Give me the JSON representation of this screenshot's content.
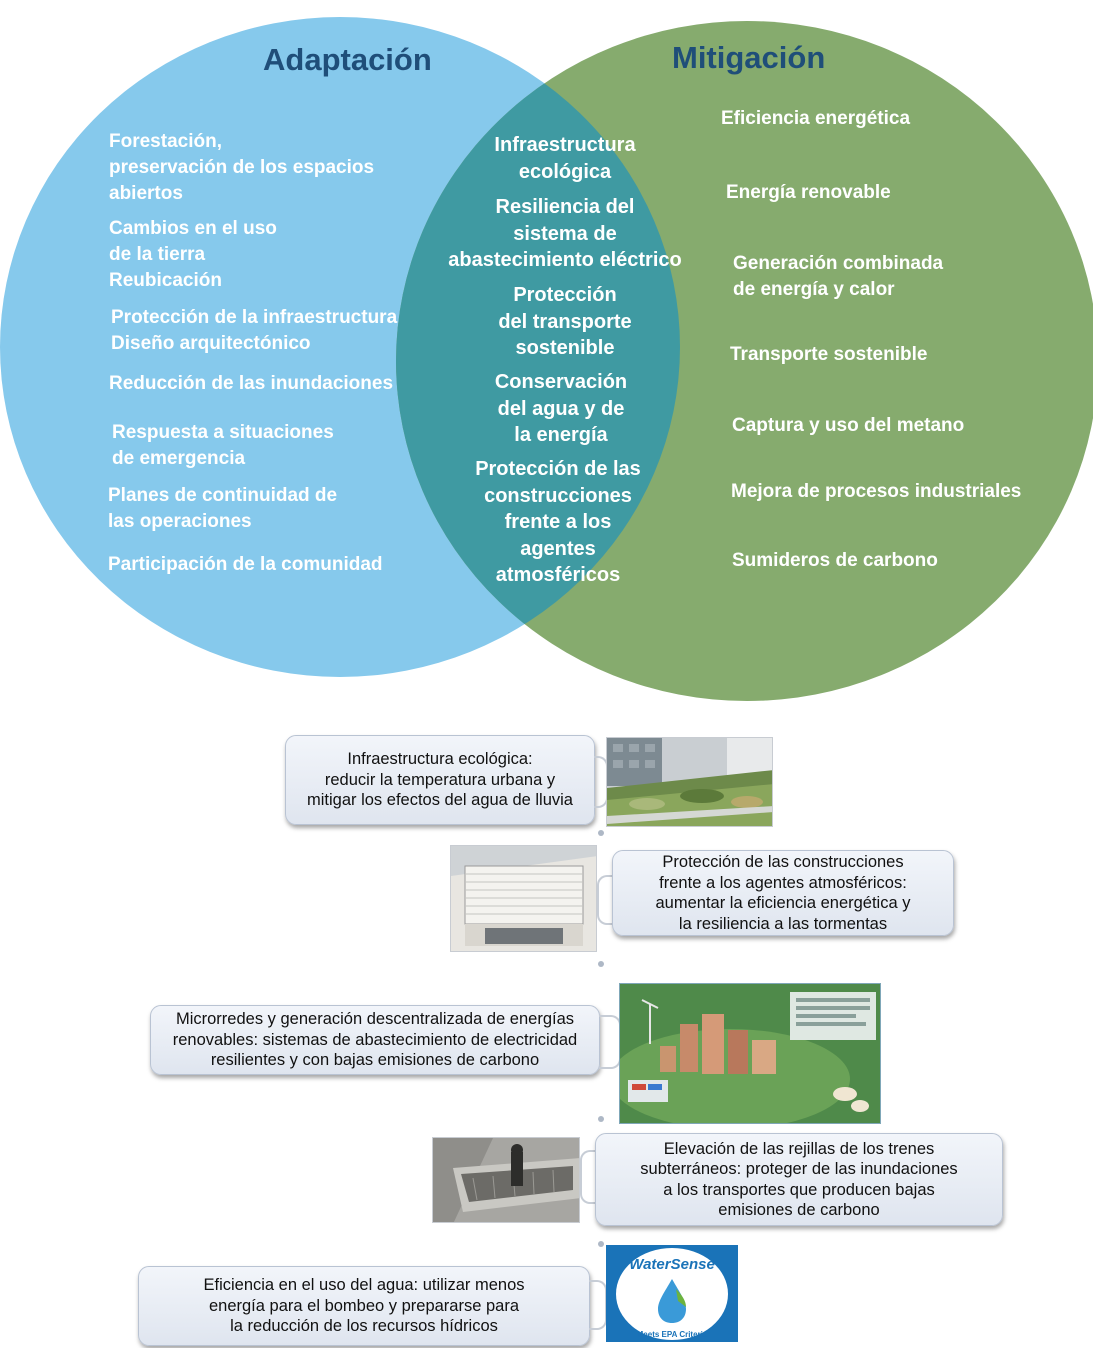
{
  "venn": {
    "left": {
      "title": "Adaptación",
      "color": "#86c9ec",
      "items": [
        [
          "Forestación,",
          "preservación de los espacios",
          "abiertos"
        ],
        [
          "Cambios en el uso",
          "de la tierra",
          "Reubicación"
        ],
        [
          "Protección de la infraestructura",
          "Diseño arquitectónico"
        ],
        [
          "Reducción de las inundaciones"
        ],
        [
          "Respuesta a situaciones",
          "de emergencia"
        ],
        [
          "Planes de continuidad de",
          "las operaciones"
        ],
        [
          "Participación de la comunidad"
        ]
      ]
    },
    "right": {
      "title": "Mitigación",
      "color": "#86ab6e",
      "items": [
        [
          "Eficiencia energética"
        ],
        [
          "Energía renovable"
        ],
        [
          "Generación combinada",
          "de energía y calor"
        ],
        [
          "Transporte sostenible"
        ],
        [
          "Captura y uso del metano"
        ],
        [
          "Mejora de procesos industriales"
        ],
        [
          "Sumideros de carbono"
        ]
      ]
    },
    "overlap": {
      "color": "#3f9aa2",
      "items": [
        [
          "Infraestructura",
          "ecológica"
        ],
        [
          "Resiliencia del",
          "sistema de",
          "abastecimiento eléctrico"
        ],
        [
          "Protección",
          "del transporte",
          "sostenible"
        ],
        [
          "Conservación",
          "del agua y de",
          "la energía"
        ],
        [
          "Protección de las",
          "construcciones",
          "frente a los",
          "agentes",
          "atmosféricos"
        ]
      ]
    }
  },
  "examples": [
    {
      "lines": [
        "Infraestructura ecológica:",
        "reducir la temperatura urbana y",
        "mitigar los efectos del agua de lluvia"
      ],
      "image": "green-roof"
    },
    {
      "lines": [
        "Protección de las construcciones",
        "frente a los agentes atmosféricos:",
        "aumentar la eficiencia energética y",
        "la resiliencia a las tormentas"
      ],
      "image": "storm-shutter"
    },
    {
      "lines": [
        "Microrredes y generación descentralizada de energías",
        "renovables: sistemas de abastecimiento de electricidad",
        "resilientes y con bajas emisiones de carbono"
      ],
      "image": "microgrid-poster"
    },
    {
      "lines": [
        "Elevación de las rejillas de los trenes",
        "subterráneos: proteger de las inundaciones",
        "a los transportes que producen bajas",
        "emisiones de carbono"
      ],
      "image": "raised-subway-grate"
    },
    {
      "lines": [
        "Eficiencia en el uso del agua: utilizar menos",
        "energía para el bombeo y prepararse para",
        "la reducción de los recursos hídricos"
      ],
      "image": "watersense-logo",
      "logo_text": [
        "WaterSense",
        "Meets EPA Criteria"
      ]
    }
  ]
}
